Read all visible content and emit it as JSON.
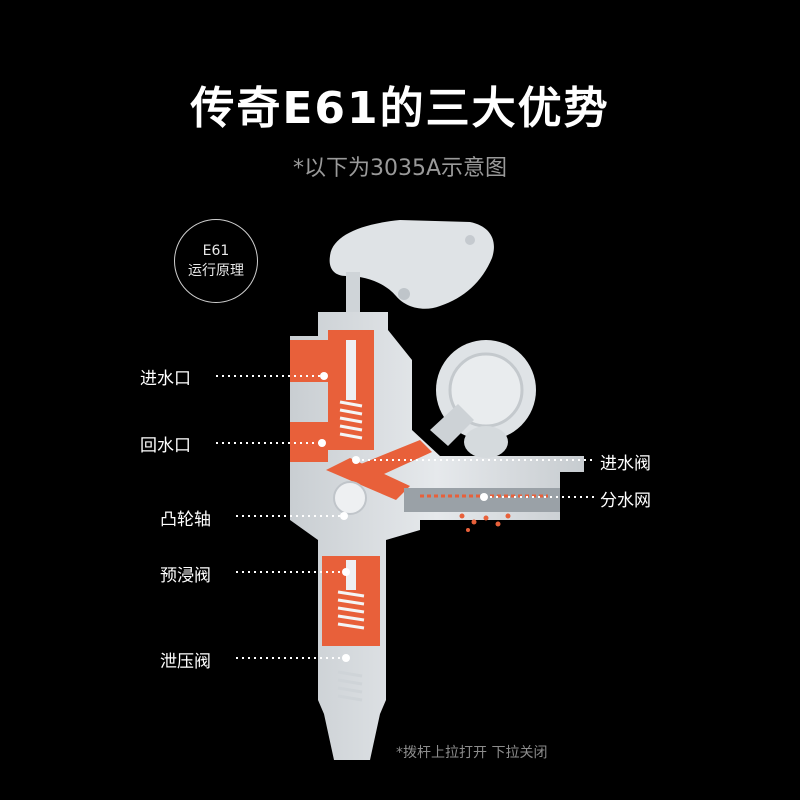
{
  "header": {
    "title": "传奇E61的三大优势",
    "subtitle": "*以下为3035A示意图"
  },
  "badge": {
    "line1": "E61",
    "line2": "运行原理"
  },
  "labels": {
    "inlet": "进水口",
    "return": "回水口",
    "cam": "凸轮轴",
    "preinfusion": "预浸阀",
    "relief": "泄压阀",
    "inlet_valve": "进水阀",
    "dispersion": "分水网"
  },
  "footnote": "*拨杆上拉打开 下拉关闭",
  "colors": {
    "background": "#000000",
    "body": "#dfe3e6",
    "water": "#e8603a",
    "text": "#ffffff",
    "muted": "#9a9a9a"
  }
}
